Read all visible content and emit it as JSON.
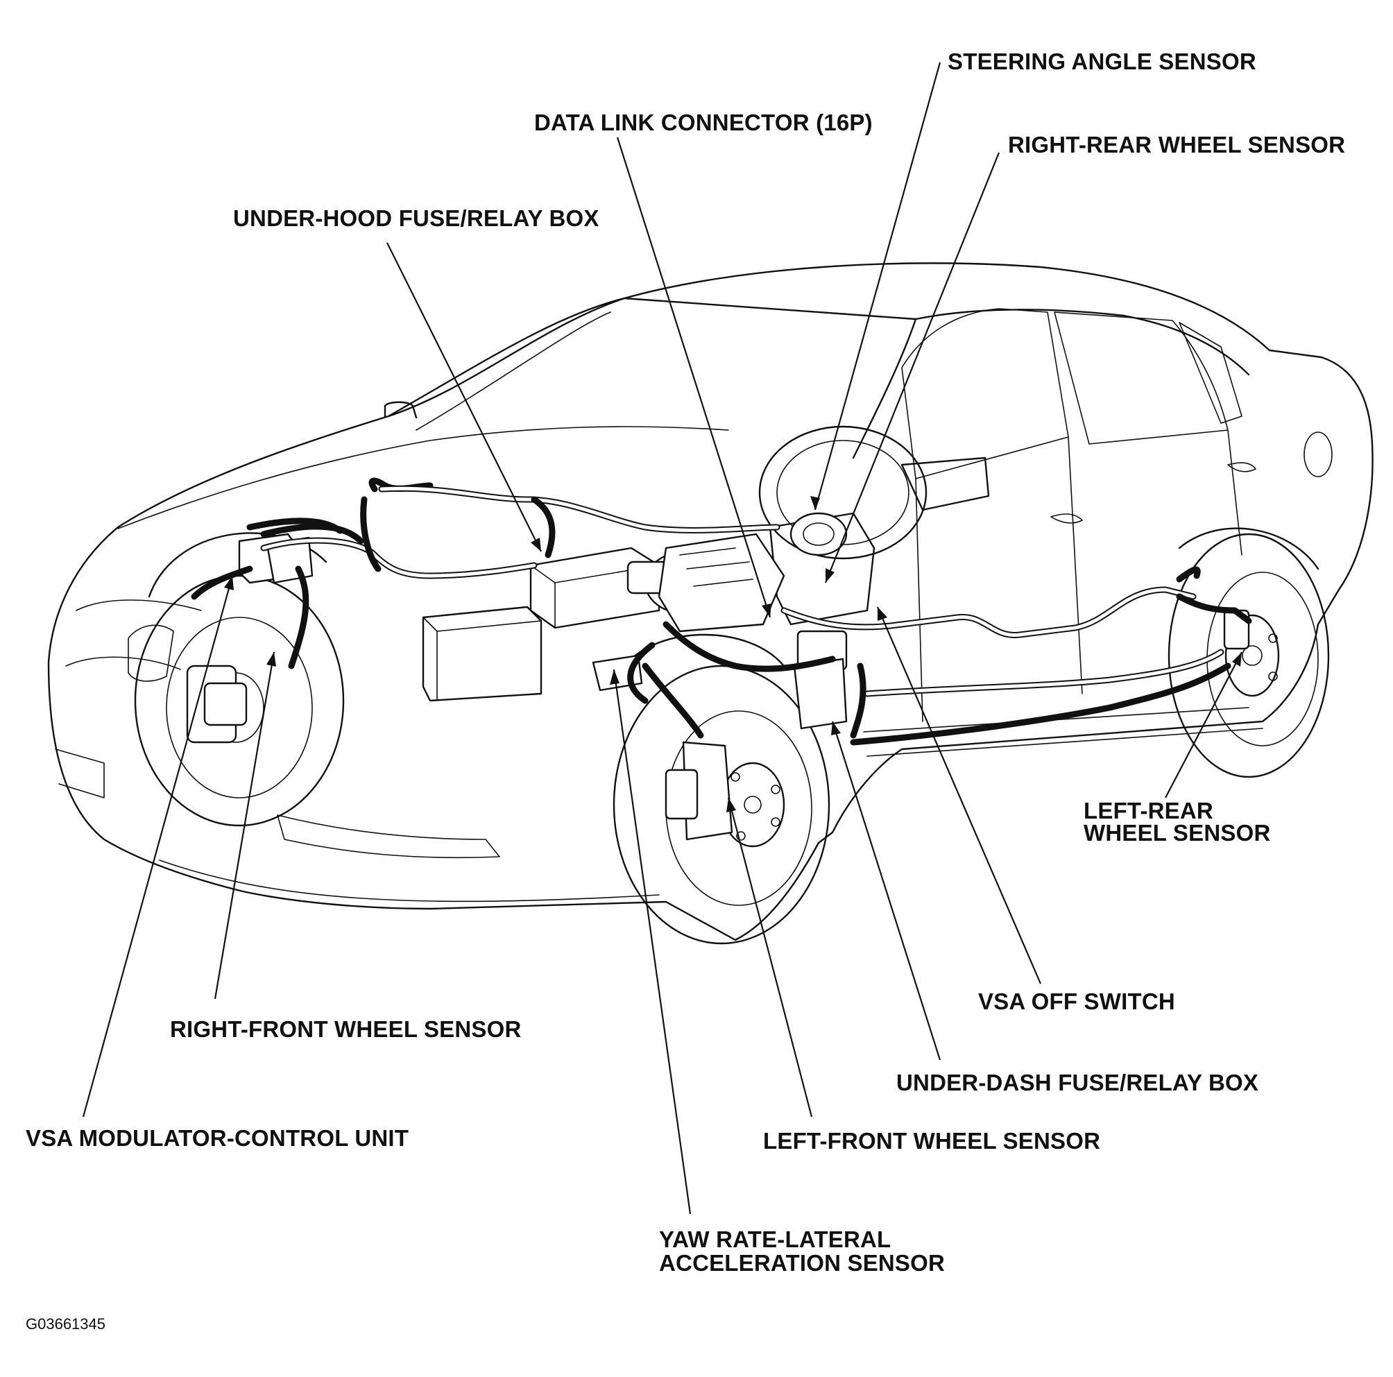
{
  "figure_code": "G03661345",
  "callouts": {
    "steering_angle_sensor": "STEERING ANGLE SENSOR",
    "data_link_connector": "DATA LINK CONNECTOR (16P)",
    "right_rear_wheel_sensor": "RIGHT-REAR WHEEL SENSOR",
    "under_hood_fuse_relay_box": "UNDER-HOOD FUSE/RELAY BOX",
    "left_rear_wheel_sensor_line1": "LEFT-REAR",
    "left_rear_wheel_sensor_line2": "WHEEL SENSOR",
    "vsa_off_switch": "VSA OFF SWITCH",
    "right_front_wheel_sensor": "RIGHT-FRONT WHEEL SENSOR",
    "under_dash_fuse_relay_box": "UNDER-DASH FUSE/RELAY BOX",
    "vsa_modulator_control_unit": "VSA MODULATOR-CONTROL UNIT",
    "left_front_wheel_sensor": "LEFT-FRONT WHEEL SENSOR",
    "yaw_rate_sensor_line1": "YAW RATE-LATERAL",
    "yaw_rate_sensor_line2": "ACCELERATION SENSOR"
  }
}
